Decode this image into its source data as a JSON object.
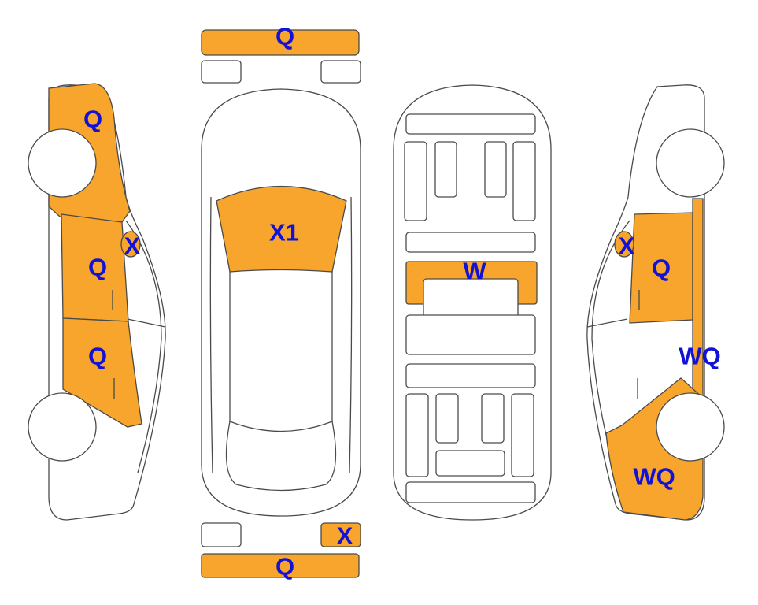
{
  "colors": {
    "damage_fill": "#f7a52c",
    "code_text": "#1212d6",
    "outline": "#4a4a4a"
  },
  "codes": {
    "front_bumper": "Q",
    "left_front_fender": "Q",
    "left_front_door": "Q",
    "left_mirror": "X",
    "left_rear_door": "Q",
    "roof_glass": "X1",
    "cargo_floor": "W",
    "right_mirror": "X",
    "right_front_door": "Q",
    "right_rear_pillar": "WQ",
    "right_quarter_panel": "WQ",
    "rear_light_right": "X",
    "rear_bumper": "Q"
  }
}
